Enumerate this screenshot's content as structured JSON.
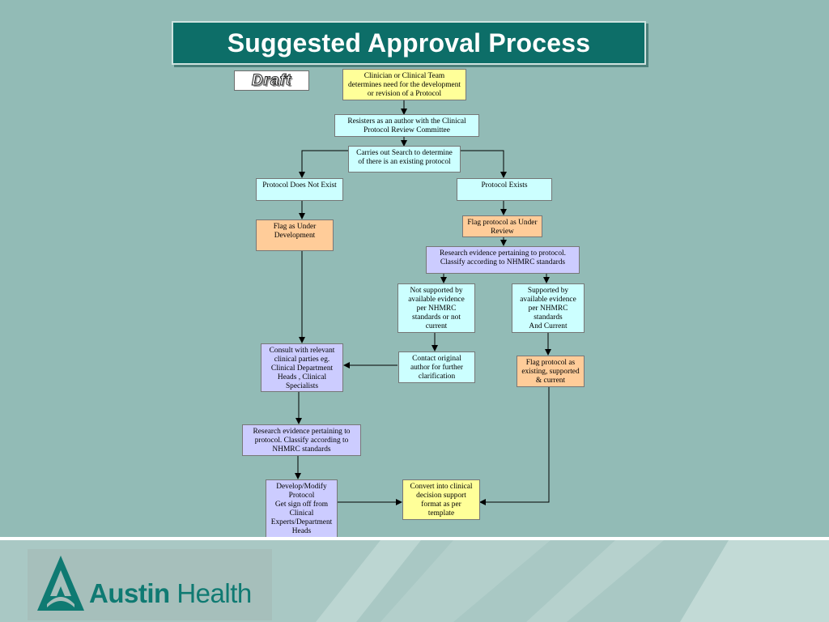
{
  "slide": {
    "title": "Suggested Approval Process",
    "draft_label": "Draft"
  },
  "nodes": {
    "n1": "Clinician or Clinical Team\ndetermines need for the development\nor revision of a Protocol",
    "n2": "Resisters as an author with the Clinical\nProtocol Review Committee",
    "n3": "Carries out Search to determine\nof there is an existing protocol",
    "n4": "Protocol Does Not Exist",
    "n5": "Protocol Exists",
    "n6": "Flag as Under\nDevelopment",
    "n7": "Flag protocol as Under\nReview",
    "n8": "Research evidence pertaining to protocol.\nClassify according to NHMRC standards",
    "n9": "Not supported by\navailable evidence\nper NHMRC\nstandards or not\ncurrent",
    "n10": "Supported by\navailable evidence\nper NHMRC\nstandards\nAnd Current",
    "n11": "Consult with relevant\nclinical parties eg.\nClinical Department\nHeads , Clinical\nSpecialists",
    "n12": "Contact original\nauthor for further\nclarification",
    "n13": "Flag protocol as\nexisting, supported\n& current",
    "n14": "Research evidence pertaining to\nprotocol. Classify according to\nNHMRC standards",
    "n15": "Develop/Modify\nProtocol\nGet sign off from\nClinical\nExperts/Department\nHeads",
    "n16": "Convert into clinical\ndecision support\nformat as per\ntemplate"
  },
  "footer": {
    "logo_word_bold": "Austin",
    "logo_word_regular": "Health"
  },
  "colors": {
    "background": "#92bbb6",
    "title_bar": "#0d6e68",
    "box_yellow": "#ffff99",
    "box_cyan": "#ccffff",
    "box_orange": "#ffcc99",
    "box_lavender": "#ccccff",
    "logo_teal": "#0f7a72"
  }
}
